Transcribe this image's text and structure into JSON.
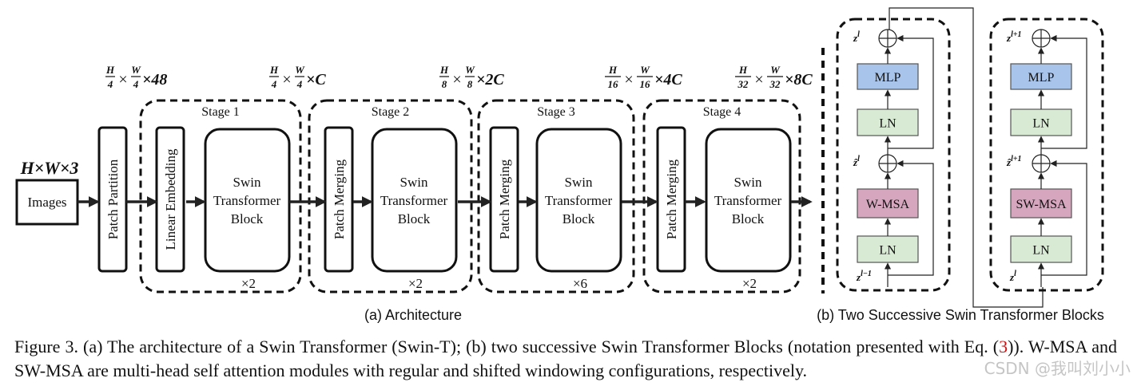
{
  "architecture": {
    "input_dim": "H×W×3",
    "input_label": "Images",
    "patch_partition": "Patch Partition",
    "dims": [
      {
        "num1": "H",
        "den1": "4",
        "num2": "W",
        "den2": "4",
        "suffix": "×48"
      },
      {
        "num1": "H",
        "den1": "4",
        "num2": "W",
        "den2": "4",
        "suffix": "×C"
      },
      {
        "num1": "H",
        "den1": "8",
        "num2": "W",
        "den2": "8",
        "suffix": "×2C"
      },
      {
        "num1": "H",
        "den1": "16",
        "num2": "W",
        "den2": "16",
        "suffix": "×4C"
      },
      {
        "num1": "H",
        "den1": "32",
        "num2": "W",
        "den2": "32",
        "suffix": "×8C"
      }
    ],
    "times_sign": "×",
    "stages": [
      {
        "title": "Stage 1",
        "entry": "Linear Embedding",
        "block_lines": [
          "Swin",
          "Transformer",
          "Block"
        ],
        "repeat": "×2"
      },
      {
        "title": "Stage 2",
        "entry": "Patch Merging",
        "block_lines": [
          "Swin",
          "Transformer",
          "Block"
        ],
        "repeat": "×2"
      },
      {
        "title": "Stage 3",
        "entry": "Patch Merging",
        "block_lines": [
          "Swin",
          "Transformer",
          "Block"
        ],
        "repeat": "×6"
      },
      {
        "title": "Stage 4",
        "entry": "Patch Merging",
        "block_lines": [
          "Swin",
          "Transformer",
          "Block"
        ],
        "repeat": "×2"
      }
    ],
    "subcaption": "(a) Architecture"
  },
  "blocks": {
    "left": {
      "mlp": "MLP",
      "ln_top": "LN",
      "attn": "W-MSA",
      "ln_bottom": "LN",
      "z_top": "z",
      "z_top_sup": "l",
      "z_mid": "ẑ",
      "z_mid_sup": "l",
      "z_in": "z",
      "z_in_sup": "l−1"
    },
    "right": {
      "mlp": "MLP",
      "ln_top": "LN",
      "attn": "SW-MSA",
      "ln_bottom": "LN",
      "z_top": "z",
      "z_top_sup": "l+1",
      "z_mid": "ẑ",
      "z_mid_sup": "l+1",
      "z_in": "z",
      "z_in_sup": "l"
    },
    "subcaption": "(b) Two Successive Swin Transformer Blocks",
    "colors": {
      "mlp": "#a9c4ea",
      "ln": "#d8ead3",
      "attn": "#d5a6bd"
    }
  },
  "caption": {
    "part1": "Figure 3. (a) The architecture of a Swin Transformer (Swin-T); (b) two successive Swin Transformer Blocks (notation presented with Eq. (",
    "ref": "3",
    "part2": ")). W-MSA and SW-MSA are multi-head self attention modules with regular and shifted windowing configurations, respectively."
  },
  "watermark": "CSDN @我叫刘小小"
}
